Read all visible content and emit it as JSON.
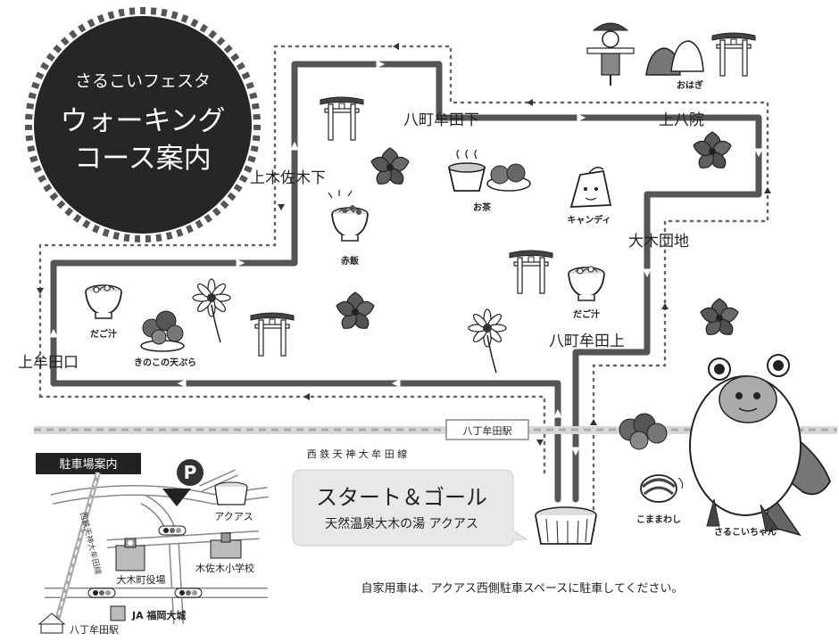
{
  "title": {
    "line1": "さるこいフェスタ",
    "line2": "ウォーキング",
    "line3": "コース案内"
  },
  "places": {
    "kami_sakiki_shita": "上木佐木下",
    "hacchomuta_shita": "八町牟田下",
    "kami_hachiin": "上八院",
    "oki_danchi": "大木団地",
    "hacchomuta_kami": "八町牟田上",
    "kami_muta_guchi": "上牟田口"
  },
  "food": {
    "sekihan": "赤飯",
    "ocha": "お茶",
    "ohagi": "おはぎ",
    "candy": "キャンディ",
    "dagojiru_right": "だご汁",
    "dagojiru_left": "だご汁",
    "kinoko": "きのこの天ぷら",
    "komamawashi": "こままわし",
    "sarukoi": "さるこいちゃん"
  },
  "rail": {
    "station": "八丁牟田駅",
    "line_name": "西 鉄 天 神 大 牟 田 線"
  },
  "start": {
    "title": "スタート＆ゴール",
    "subtitle": "天然温泉大木の湯 アクアス"
  },
  "parking": {
    "heading": "駐車場案内",
    "p": "P",
    "aquas": "アクアス",
    "school": "木佐木小学校",
    "town_office": "大木町役場",
    "ja": "JA 福岡大城",
    "station": "八丁牟田駅",
    "rail_line": "西鉄天神大牟田線"
  },
  "note": "自家用車は、アクアス西側駐車スペースに駐車してください。",
  "colors": {
    "route": "#555555",
    "dots": "#666666",
    "ink": "#222222",
    "flower": "#444444"
  }
}
